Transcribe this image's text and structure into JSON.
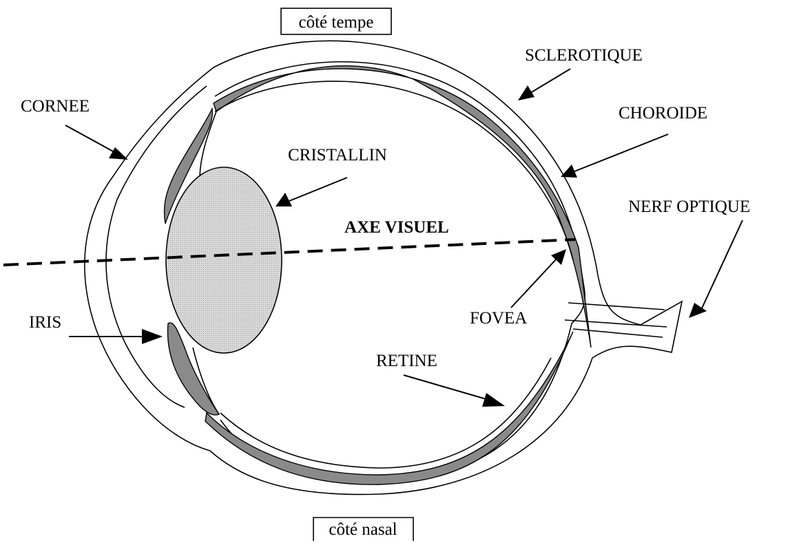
{
  "labels": {
    "temple_side": "côté tempe",
    "nasal_side": "côté nasal",
    "cornea": "CORNEE",
    "sclera": "SCLEROTIQUE",
    "choroid": "CHOROIDE",
    "lens": "CRISTALLIN",
    "visual_axis": "AXE VISUEL",
    "optic_nerve": "NERF OPTIQUE",
    "fovea": "FOVEA",
    "iris": "IRIS",
    "retina": "RETINE"
  }
}
